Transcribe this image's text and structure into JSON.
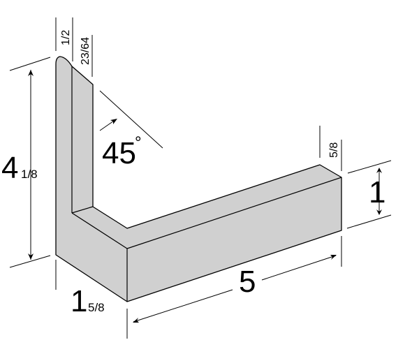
{
  "title": "L-shaped profile dimension drawing",
  "colors": {
    "fill": "#d0d0d0",
    "line": "#000000",
    "background": "#ffffff"
  },
  "dimensions": {
    "height_whole": "4",
    "height_fraction": "1/8",
    "depth_whole": "1",
    "depth_fraction": "5/8",
    "length": "5",
    "thickness": "1",
    "top_width_outer": "1/2",
    "top_width_inner": "23/64",
    "end_width": "5/8",
    "angle": "45",
    "angle_unit": "°"
  }
}
